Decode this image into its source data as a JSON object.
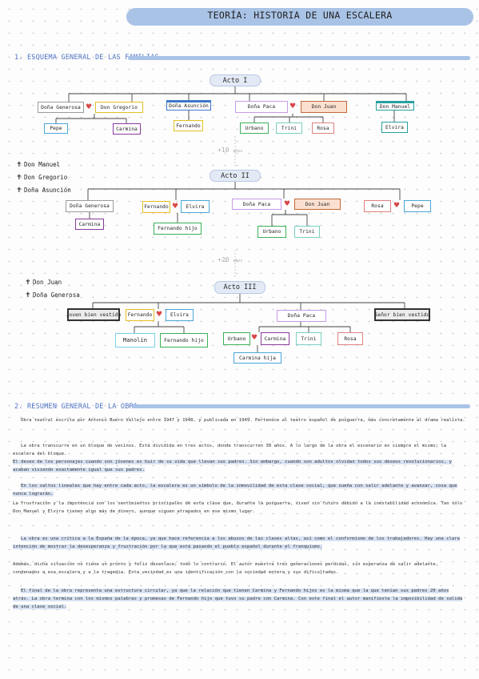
{
  "page": {
    "title": "TEORÍA: HISTORIA DE UNA ESCALERA"
  },
  "section1": {
    "title": "1. ESQUEMA GENERAL DE LAS FAMILIAS"
  },
  "section2": {
    "title": "2. RESUMEN GENERAL DE LA OBRA"
  },
  "acts": {
    "act1": "Acto I",
    "act2": "Acto II",
    "act3": "Acto III"
  },
  "time_gaps": {
    "gap1": "+10",
    "gap2": "+20",
    "unit": "años"
  },
  "act1": {
    "generosa": "Doña Generosa",
    "gregorio": "Don Gregorio",
    "asuncion": "Doña Asunción",
    "paca": "Doña Paca",
    "juan": "Don Juan",
    "manuel": "Don Manuel",
    "pepe": "Pepe",
    "carmina": "Carmina",
    "fernando": "Fernando",
    "urbano": "Urbano",
    "trini": "Trini",
    "rosa": "Rosa",
    "elvira": "Elvira"
  },
  "act2": {
    "generosa": "Doña Generosa",
    "carmina": "Carmina",
    "fernando": "Fernando",
    "elvira": "Elvira",
    "fernando_hijo": "Fernando hijo",
    "paca": "Doña Paca",
    "juan": "Don Juan",
    "urbano": "Urbano",
    "trini": "Trini",
    "rosa": "Rosa",
    "pepe": "Pepe"
  },
  "act3": {
    "joven": "Joven bien vestido",
    "fernando": "Fernando",
    "elvira": "Elvira",
    "manolin": "Manolín",
    "fernando_hijo": "Fernando hijo",
    "paca": "Doña Paca",
    "urbano": "Urbano",
    "carmina": "Carmina",
    "trini": "Trini",
    "rosa": "Rosa",
    "carmina_hija": "Carmina hija",
    "senor": "Señor bien vestido"
  },
  "deaths_act2": [
    "Don Manuel",
    "Don Gregorio",
    "Doña Asunción"
  ],
  "deaths_act3": [
    "Don Juan",
    "Doña Generosa"
  ],
  "summary": {
    "p1": "Obra teatral escrita por Antonio Buero Vallejo entre 1947 y 1948, y publicada en 1949. Pertenece al teatro español de posguerra, más concretamente al drama realista.",
    "p2a": "La obra transcurre en un bloque de vecinos. Está dividida en tres actos, donde transcurren 30 años. A lo largo de la obra el escenario es siempre el mismo; la escalera del bloque.",
    "p2b": "El deseo de los personajes cuando son jóvenes es huir de su vida que llevan sus padres. Sin embargo, cuando son adultos olvidan todos sus deseos revolucionarios, y acaban viviendo exactamente igual que sus padres.",
    "p3a": "En los saltos lineales que hay entre cada acto, la escalera es un símbolo de la inmovilidad de esta clase social, que sueña con salir adelante y avanzar, cosa que nunca lograrán.",
    "p3b": "La frustración y la impotencia son los sentimientos principales de esta clase que, durante la posguerra, viven sin futuro debido a la inestabilidad económica. Tan sólo Don Manuel y Elvira tienen algo más de dinero, aunque siguen atrapados en ese mismo lugar.",
    "p4a": "La obra es una crítica a la España de la época, ya que hace referencia a los abusos de las clases altas, así como el conformismo de los trabajadores. Hay una clara intención de mostrar la desesperanza y frustración por la que está pasando el pueblo español durante el franquismo.",
    "p4b": "Además, dicha situación no tiene un pronto y feliz desenlace; todo lo contrario. El autor muestra tres generaciones perdidas, sin esperanza de salir adelante, condenados a esa escalera y a la tragedia. Esta vecindad es una identificación con la sociedad entera y sus dificultades.",
    "p5": "El final de la obra representa una estructura circular, ya que la relación que tienen Carmina y Fernando hijos es la misma que la que tenían sus padres 20 años atrás. La obra termina con los mismos palabras y promesas de Fernando hijo que tuvo su padre con Carmina. Con este final el autor manifiesta la imposibilidad de salida de una clase social."
  },
  "colors": {
    "title_bar": "#a9c3e6",
    "section_title": "#4f74c4",
    "heart": "#d84848",
    "generosa_family": "#9b9b9b",
    "gregorio_family": "#e4c020",
    "asuncion_family": "#3c78c8",
    "paca_family": "#c79be8",
    "juan_family": "#c06a3a",
    "manuel_family": "#28a0a0",
    "pepe": "#4aa6d8",
    "carmina": "#8b3aa0",
    "fernando": "#e4c020",
    "urbano": "#3cb05a",
    "trini": "#7ad0c0",
    "rosa": "#e08080",
    "highlight": "#d8e2f4"
  }
}
